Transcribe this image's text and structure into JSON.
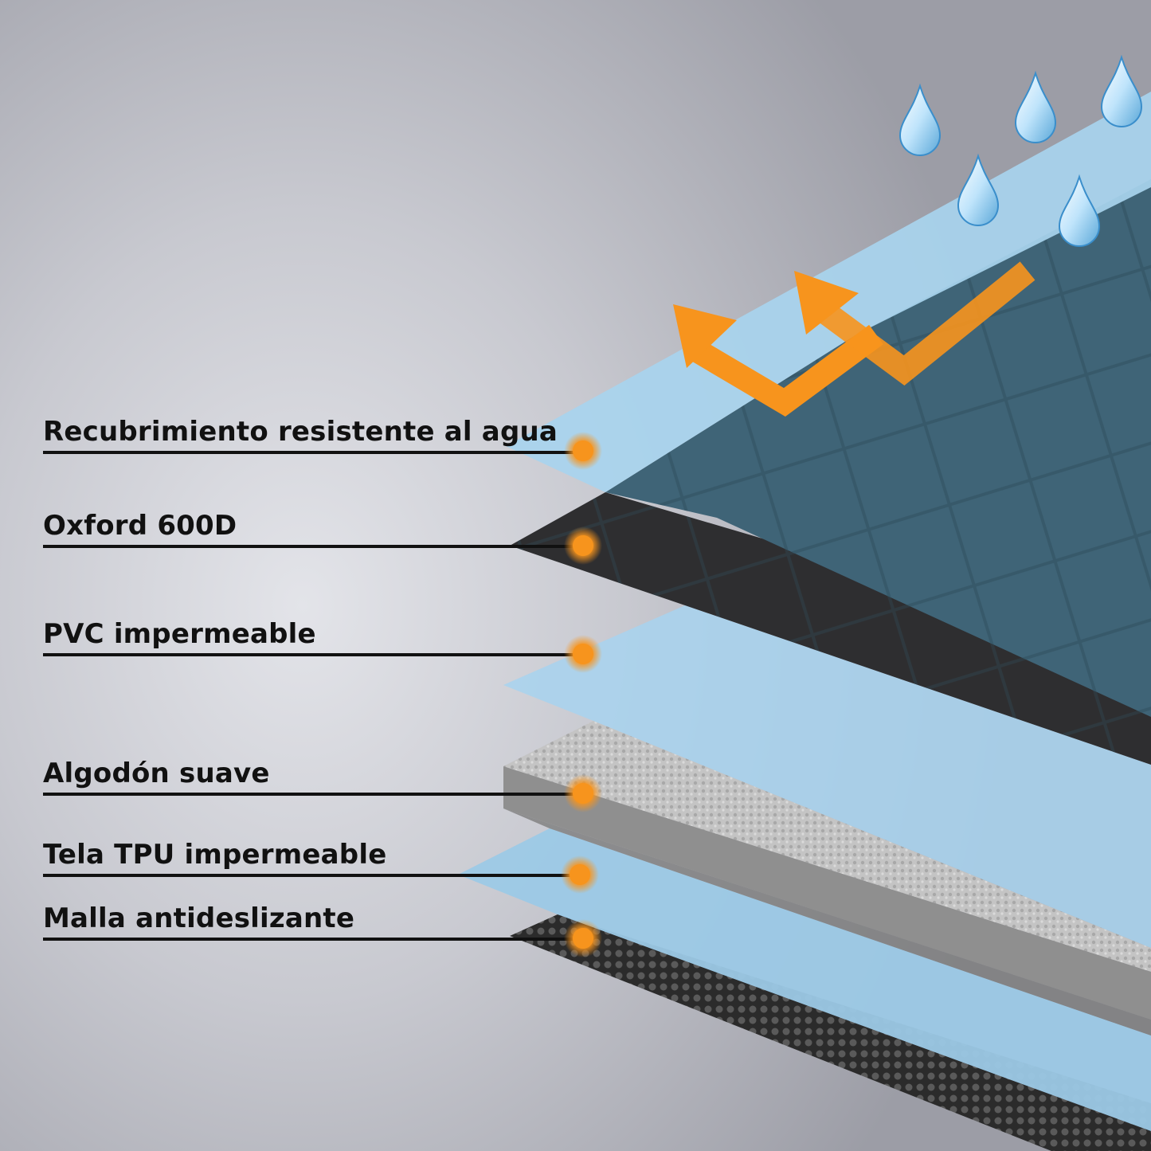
{
  "labels": [
    "Recubrimiento resistente al agua",
    "Oxford 600D",
    "PVC impermeable",
    "Algodón suave",
    "Tela TPU impermeable",
    "Malla antideslizante"
  ],
  "colors": {
    "accent": "#f7941d",
    "coating": "#a8d4ee",
    "oxford": "#3f6477",
    "pvc": "#2c2c2e",
    "cotton": "#bdbdbd",
    "tpu": "#9cc9e6",
    "mesh": "#3a3a3a"
  },
  "icons": [
    "water-drop-icon",
    "breathable-arrow-icon"
  ]
}
